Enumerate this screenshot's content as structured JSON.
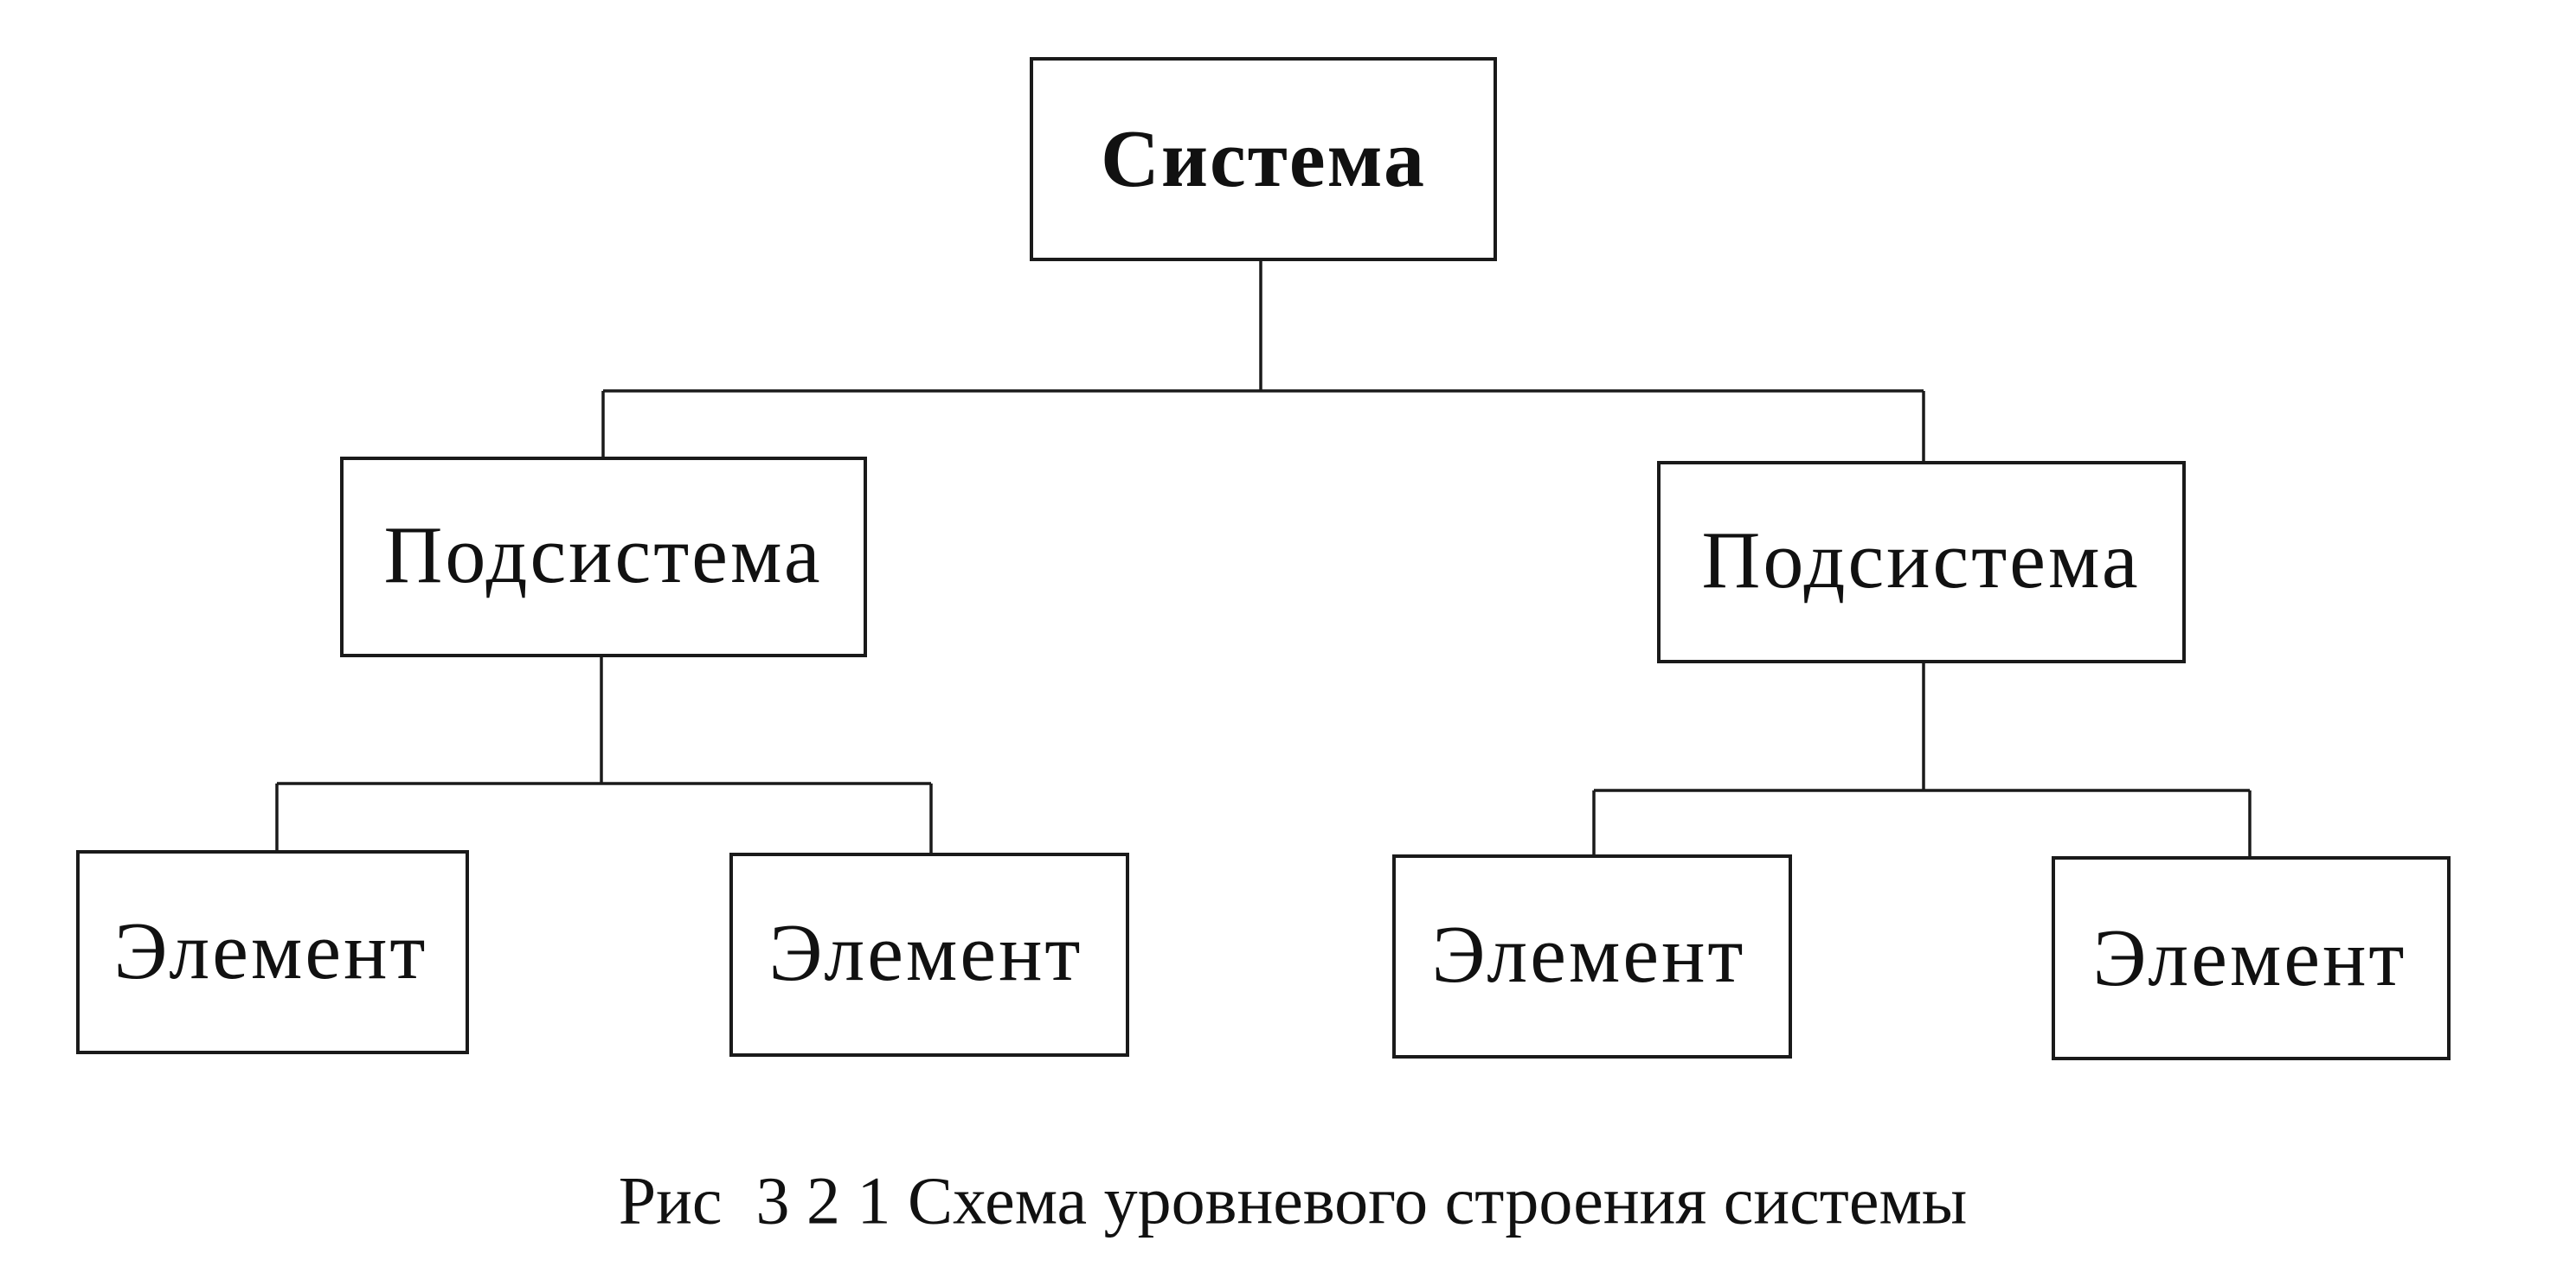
{
  "diagram": {
    "root": {
      "label": "Система"
    },
    "subsystems": [
      {
        "label": "Подсистема",
        "elements": [
          {
            "label": "Элемент"
          },
          {
            "label": "Элемент"
          }
        ]
      },
      {
        "label": "Подсистема",
        "elements": [
          {
            "label": "Элемент"
          },
          {
            "label": "Элемент"
          }
        ]
      }
    ],
    "caption": "Рис  3 2 1 Схема уровневого строения системы"
  }
}
